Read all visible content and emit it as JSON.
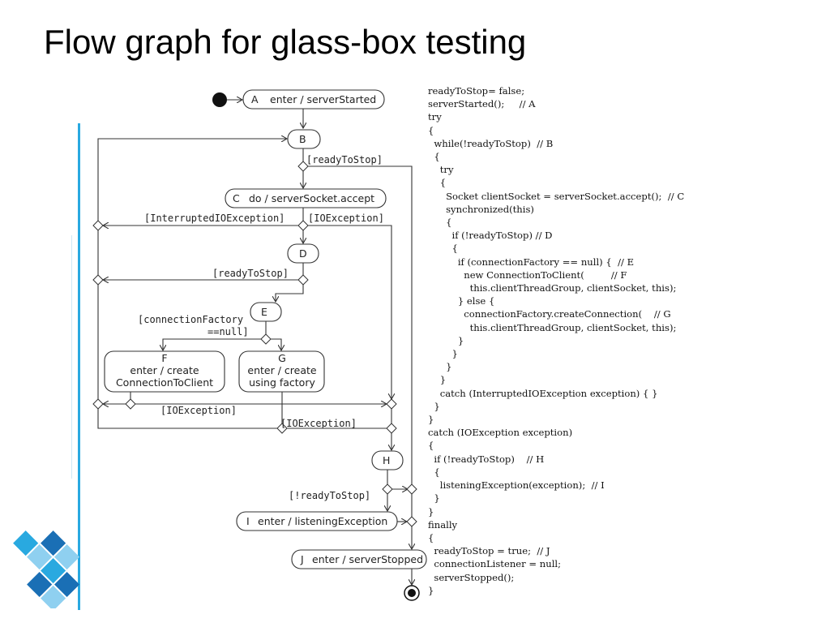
{
  "title": "Flow graph for glass-box testing",
  "colors": {
    "accent": "#29a9e0",
    "decor_dark": "#1a6fb5",
    "decor_light": "#8fd0f0"
  },
  "diagram": {
    "nodes": {
      "A": [
        "A",
        "enter / serverStarted"
      ],
      "B": "B",
      "C": [
        "C",
        "do / serverSocket.accept"
      ],
      "D": "D",
      "E": "E",
      "F": [
        "F",
        "enter / create",
        "ConnectionToClient"
      ],
      "G": [
        "G",
        "enter / create",
        "using factory"
      ],
      "H": "H",
      "I": [
        "I",
        "enter / listeningException"
      ],
      "J": [
        "J",
        "enter / serverStopped"
      ]
    },
    "guards": {
      "ready1": "[readyToStop]",
      "interrupted": "[InterruptedIOException]",
      "ioexc1": "[IOException]",
      "ready2": "[readyToStop]",
      "connfactory_1": "[connectionFactory",
      "connfactory_2": "==null]",
      "ioexc2": "[IOException]",
      "ioexc3": "[IOException]",
      "notready": "[!readyToStop]"
    }
  },
  "code": [
    "readyToStop= false;",
    "serverStarted();     // A",
    "try",
    "{",
    "  while(!readyToStop)  // B",
    "  {",
    "    try",
    "    {",
    "      Socket clientSocket = serverSocket.accept();  // C",
    "      synchronized(this)",
    "      {",
    "        if (!readyToStop) // D",
    "        {",
    "          if (connectionFactory == null) {  // E",
    "            new ConnectionToClient(         // F",
    "              this.clientThreadGroup, clientSocket, this);",
    "          } else {",
    "            connectionFactory.createConnection(    // G",
    "              this.clientThreadGroup, clientSocket, this);",
    "          }",
    "        }",
    "      }",
    "    }",
    "    catch (InterruptedIOException exception) { }",
    "  }",
    "}",
    "catch (IOException exception)",
    "{",
    "  if (!readyToStop)    // H",
    "  {",
    "    listeningException(exception);  // I",
    "  }",
    "}",
    "finally",
    "{",
    "  readyToStop = true;  // J",
    "  connectionListener = null;",
    "  serverStopped();",
    "}"
  ]
}
